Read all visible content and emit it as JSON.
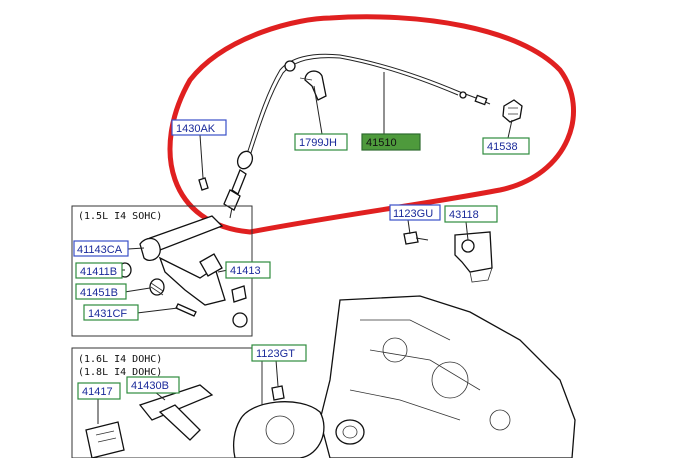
{
  "labels": {
    "l1430AK": "1430AK",
    "l1799JH": "1799JH",
    "l41510": "41510",
    "l41538": "41538",
    "l1123GU": "1123GU",
    "l43118": "43118",
    "l41143CA": "41143CA",
    "l41411B": "41411B",
    "l41413": "41413",
    "l41451B": "41451B",
    "l1431CF": "1431CF",
    "l1123GT": "1123GT",
    "l41417": "41417",
    "l41430B": "41430B"
  },
  "headers": {
    "sohc": "(1.5L I4 SOHC)",
    "dohc1": "(1.6L I4 DOHC)",
    "dohc2": "(1.8L I4 DOHC)"
  },
  "colors": {
    "highlight_circle": "#e02020",
    "label_text": "#1a2a9a",
    "box_border": "#2e8b3e",
    "filled_box": "#4e9a3c"
  }
}
